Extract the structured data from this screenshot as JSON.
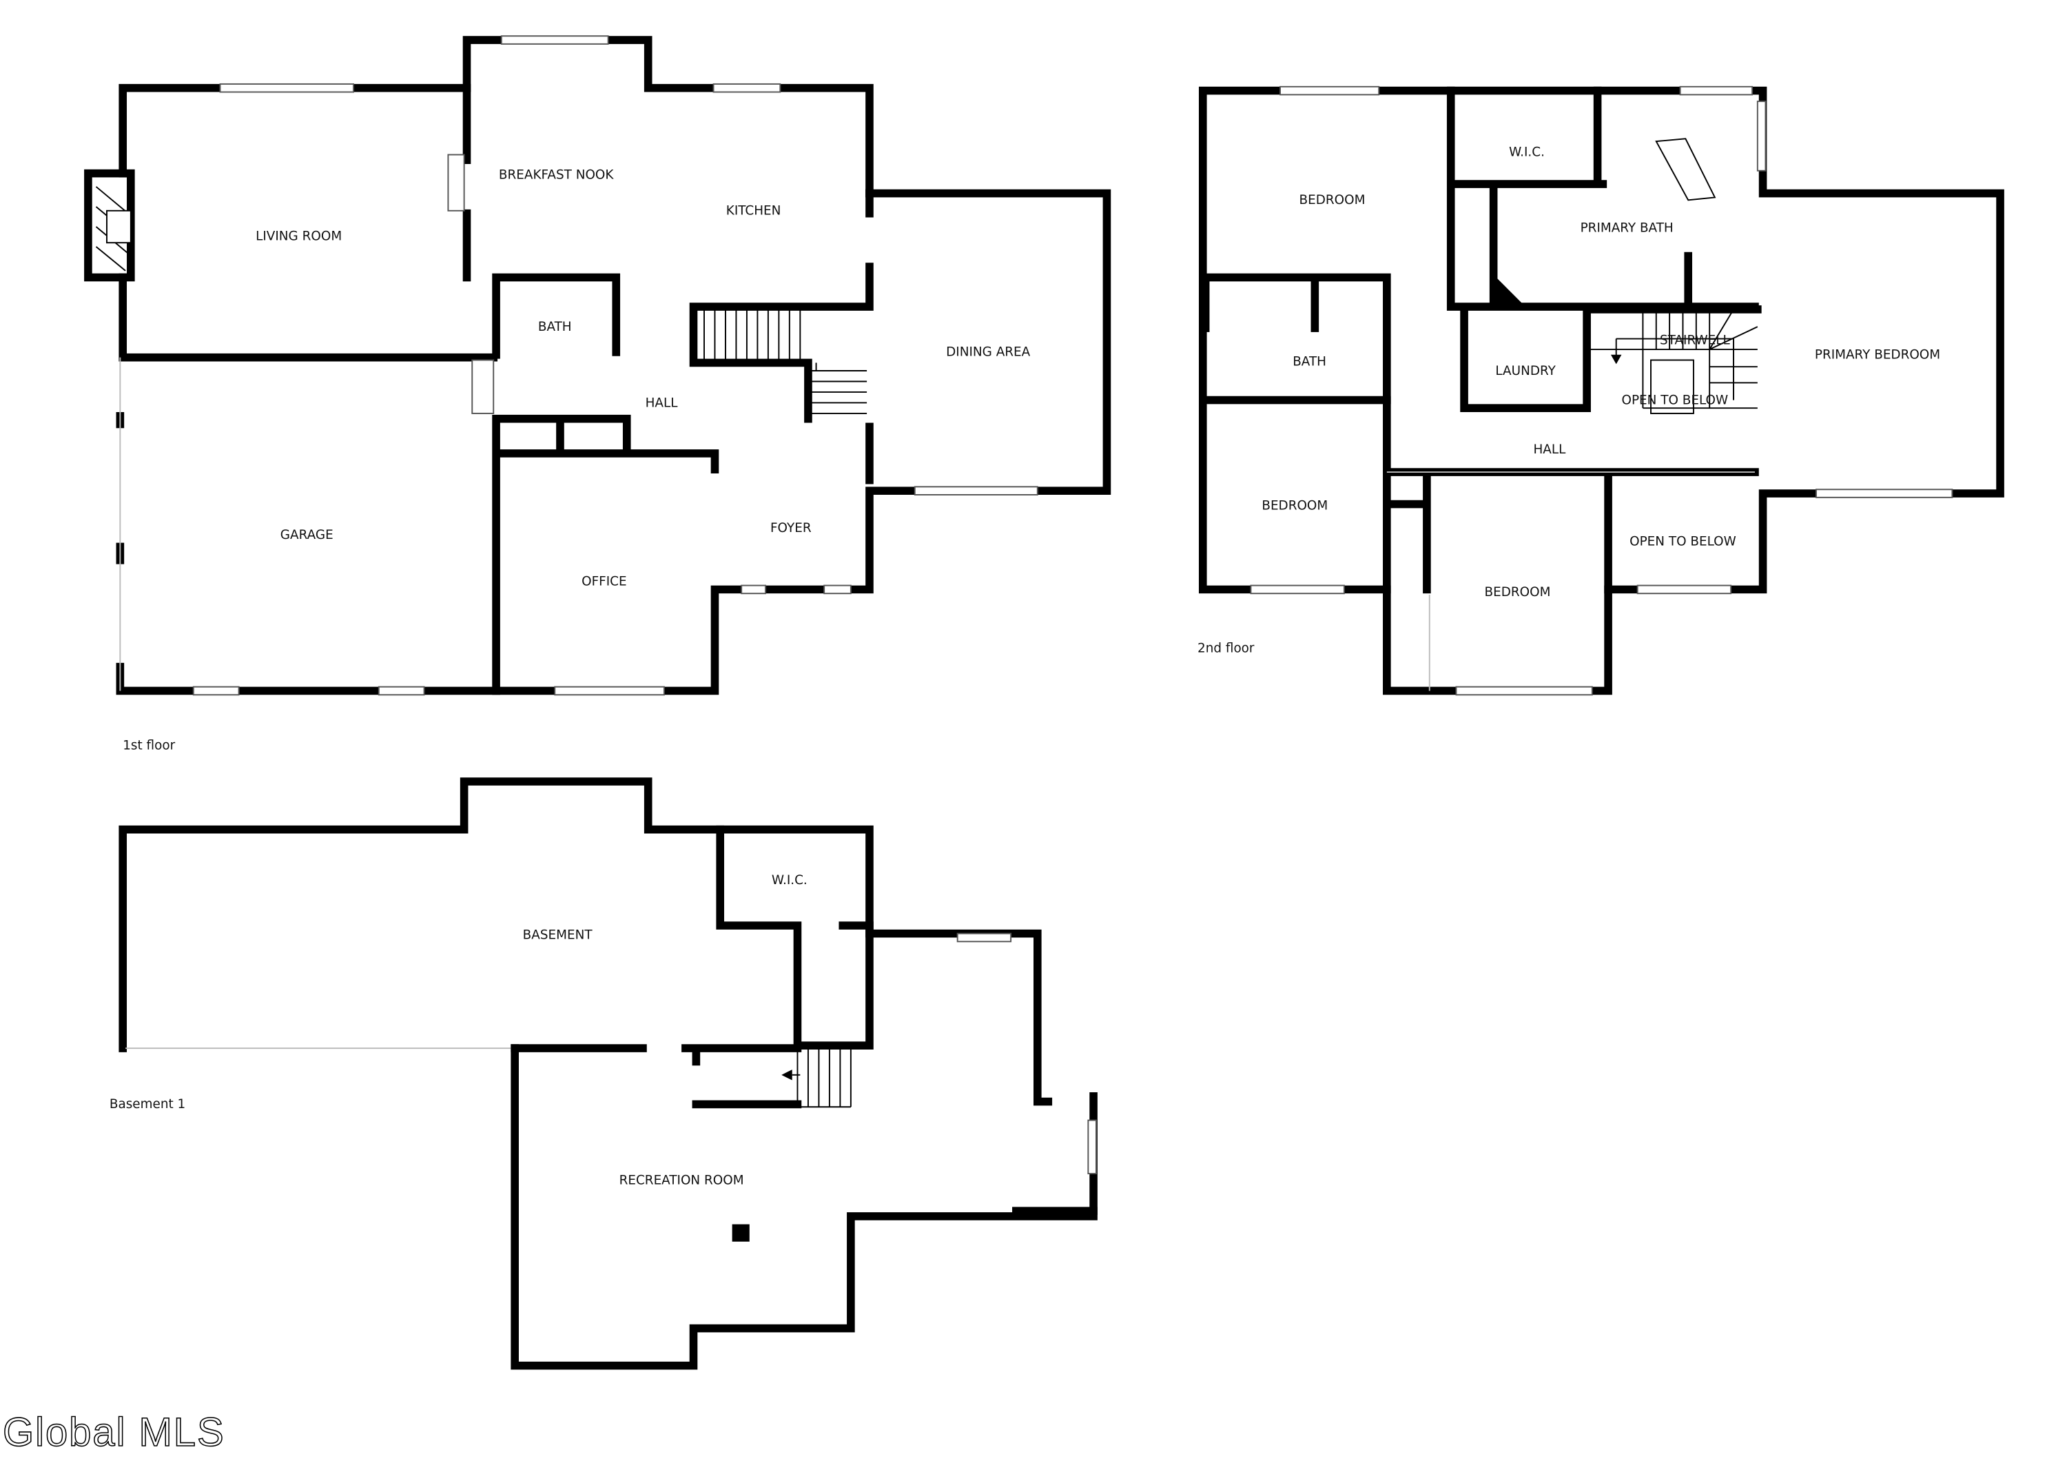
{
  "floors": {
    "first": {
      "label": "1st floor",
      "rooms": {
        "living_room": "LIVING ROOM",
        "breakfast_nook": "BREAKFAST NOOK",
        "kitchen": "KITCHEN",
        "dining_area": "DINING AREA",
        "bath": "BATH",
        "hall": "HALL",
        "garage": "GARAGE",
        "office": "OFFICE",
        "foyer": "FOYER"
      }
    },
    "second": {
      "label": "2nd floor",
      "rooms": {
        "bedroom_nw": "BEDROOM",
        "wic": "W.I.C.",
        "primary_bath": "PRIMARY BATH",
        "bath": "BATH",
        "laundry": "LAUNDRY",
        "stairwell": "STAIRWELL",
        "open_to_below_stair": "OPEN TO BELOW",
        "primary_bedroom": "PRIMARY BEDROOM",
        "hall": "HALL",
        "bedroom_sw": "BEDROOM",
        "bedroom_s": "BEDROOM",
        "open_to_below": "OPEN TO BELOW"
      }
    },
    "basement": {
      "label": "Basement 1",
      "rooms": {
        "basement": "BASEMENT",
        "wic": "W.I.C.",
        "recreation_room": "RECREATION ROOM"
      }
    }
  },
  "watermark": "Global MLS"
}
